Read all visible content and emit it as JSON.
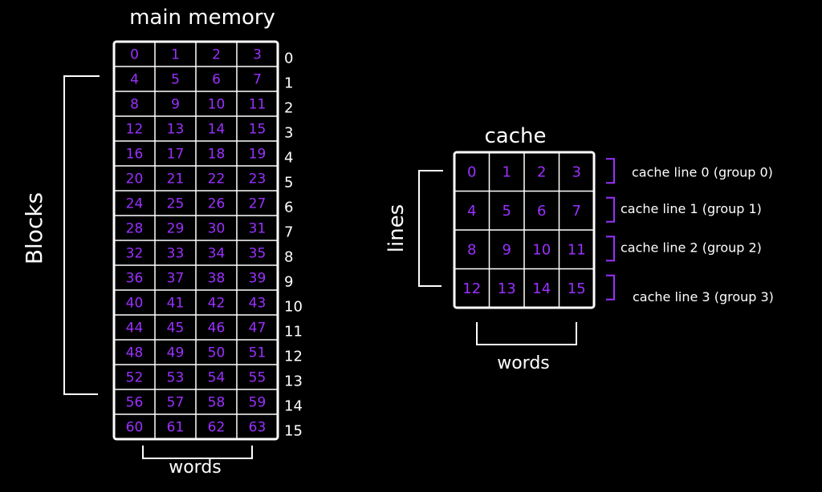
{
  "colors": {
    "background": "#000000",
    "line": "#ffffff",
    "number": "#9b30ff",
    "bracket": "#9b30ff"
  },
  "main_memory": {
    "title": "main memory",
    "side_label": "Blocks",
    "bottom_label": "words",
    "rows": 16,
    "cols": 4,
    "row_indices": [
      "0",
      "1",
      "2",
      "3",
      "4",
      "5",
      "6",
      "7",
      "8",
      "9",
      "10",
      "11",
      "12",
      "13",
      "14",
      "15"
    ],
    "cells": [
      [
        "0",
        "1",
        "2",
        "3"
      ],
      [
        "4",
        "5",
        "6",
        "7"
      ],
      [
        "8",
        "9",
        "10",
        "11"
      ],
      [
        "12",
        "13",
        "14",
        "15"
      ],
      [
        "16",
        "17",
        "18",
        "19"
      ],
      [
        "20",
        "21",
        "22",
        "23"
      ],
      [
        "24",
        "25",
        "26",
        "27"
      ],
      [
        "28",
        "29",
        "30",
        "31"
      ],
      [
        "32",
        "33",
        "34",
        "35"
      ],
      [
        "36",
        "37",
        "38",
        "39"
      ],
      [
        "40",
        "41",
        "42",
        "43"
      ],
      [
        "44",
        "45",
        "46",
        "47"
      ],
      [
        "48",
        "49",
        "50",
        "51"
      ],
      [
        "52",
        "53",
        "54",
        "55"
      ],
      [
        "56",
        "57",
        "58",
        "59"
      ],
      [
        "60",
        "61",
        "62",
        "63"
      ]
    ]
  },
  "cache": {
    "title": "cache",
    "side_label": "lines",
    "bottom_label": "words",
    "rows": 4,
    "cols": 4,
    "cells": [
      [
        "0",
        "1",
        "2",
        "3"
      ],
      [
        "4",
        "5",
        "6",
        "7"
      ],
      [
        "8",
        "9",
        "10",
        "11"
      ],
      [
        "12",
        "13",
        "14",
        "15"
      ]
    ],
    "line_labels": [
      "cache line 0 (group 0)",
      "cache line 1 (group 1)",
      "cache line 2 (group 2)",
      "cache line 3 (group 3)"
    ]
  }
}
